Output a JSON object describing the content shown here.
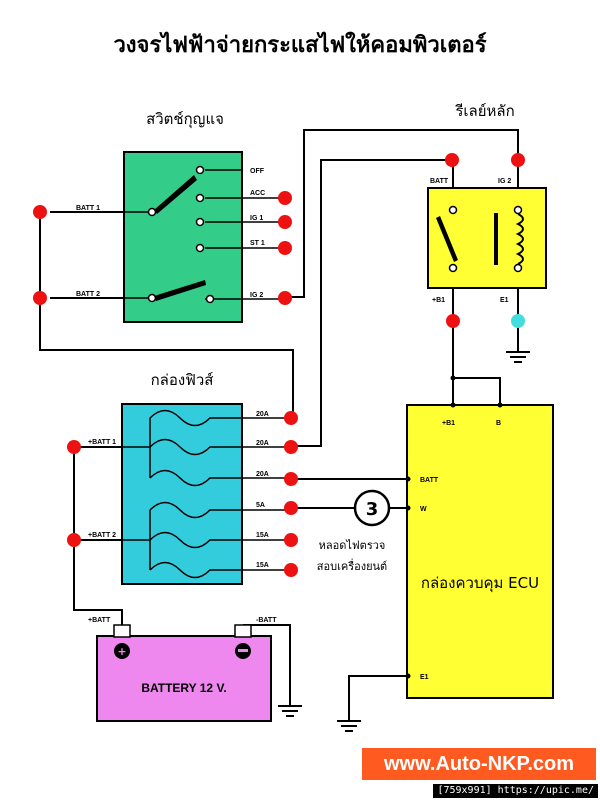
{
  "title": "วงจรไฟฟ้าจ่ายกระแสไฟให้คอมพิวเตอร์",
  "ignition_switch": {
    "heading": "สวิตช์กุญแจ",
    "inputs": [
      "BATT 1",
      "BATT 2"
    ],
    "terminals": [
      "OFF",
      "ACC",
      "IG 1",
      "ST 1",
      "IG 2"
    ]
  },
  "main_relay": {
    "heading": "รีเลย์หลัก",
    "top_terminals": [
      "BATT",
      "IG 2"
    ],
    "bottom_terminals": [
      "+B1",
      "E1"
    ]
  },
  "fuse_box": {
    "heading": "กล่องฟิวส์",
    "inputs": [
      "+BATT 1",
      "+BATT 2"
    ],
    "fuses": [
      "20A",
      "20A",
      "20A",
      "5A",
      "15A",
      "15A"
    ]
  },
  "ecu": {
    "label": "กล่องควบคุม ECU",
    "top_terminals": [
      "+B1",
      "B"
    ],
    "terminals": [
      "BATT",
      "W",
      "E1"
    ]
  },
  "check_engine_lamp": {
    "symbol": "3",
    "label_line1": "หลอดไฟตรวจ",
    "label_line2": "สอบเครื่องยนต์"
  },
  "battery": {
    "label": "BATTERY  12 V.",
    "positive": "+BATT",
    "negative": "-BATT"
  },
  "brand": "www.Auto-NKP.com",
  "footer": "[759x991] https://upic.me/",
  "colors": {
    "switch_fill": "#33cc88",
    "relay_fill": "#ffff33",
    "fuse_fill": "#33ccdd",
    "ecu_fill": "#ffff33",
    "battery_fill": "#ee88ee",
    "terminal_dot": "#ee1111",
    "ground_dot": "#44dddd",
    "brand_bg": "#ff5a1f"
  }
}
